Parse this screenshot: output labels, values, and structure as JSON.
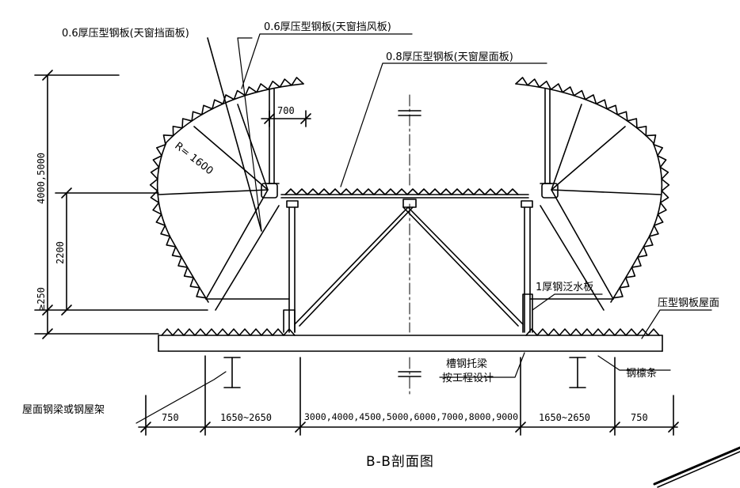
{
  "labels": {
    "skylight_side_panel": "0.6厚压型钢板(天窗挡面板)",
    "wind_panel": "0.6厚压型钢板(天窗挡风板)",
    "roof_panel": "0.8厚压型钢板(天窗屋面板)",
    "radius": "R= 1600",
    "dim_700": "700",
    "flashing": "1厚钢泛水板",
    "roof_sheet": "压型钢板屋面",
    "channel_beam_line1": "槽钢托梁",
    "channel_beam_line2": "按工程设计",
    "purlin": "钢檩条",
    "roof_beam": "屋面钢梁或钢屋架"
  },
  "dimensions": {
    "height_total": "4000,5000",
    "height_2200": "2200",
    "height_250": "≥250",
    "bottom": [
      "750",
      "1650~2650",
      "3000,4000,4500,5000,6000,7000,8000,9000",
      "1650~2650",
      "750"
    ]
  },
  "title": "B-B剖面图"
}
